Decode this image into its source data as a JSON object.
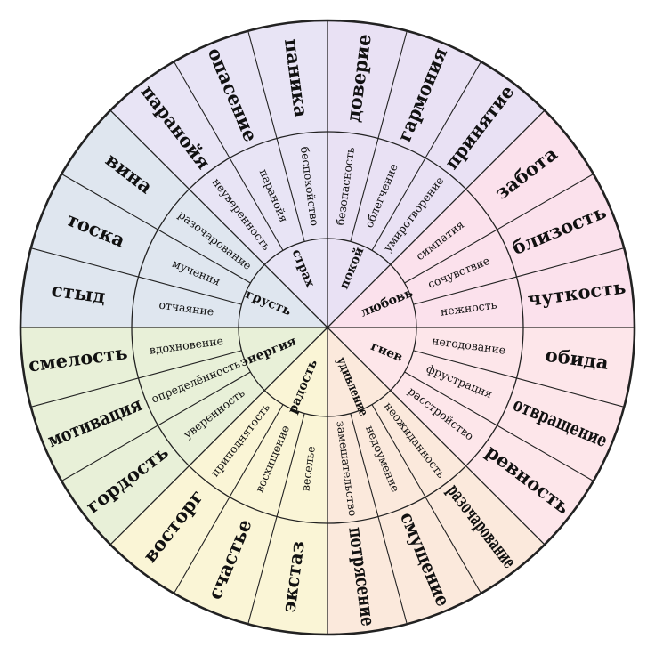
{
  "colors": {
    "fear": "#e8e4f5",
    "peace": "#e9e1f4",
    "love": "#fbe1ec",
    "anger": "#fde6ea",
    "surprise": "#fbe9dc",
    "joy": "#faf5d6",
    "power": "#e8f0d8",
    "sadness": "#dfe6ef",
    "stroke": "#222222"
  },
  "wheel": {
    "sectors": [
      {
        "color": "fear",
        "inner": "страх",
        "middle": [
          "беспокойство",
          "паранойя",
          "неуверенность"
        ],
        "outer": [
          "паника",
          "опасение",
          "паранойя"
        ]
      },
      {
        "color": "sadness",
        "inner": "грусть",
        "middle": [
          "разочарование",
          "мучения",
          "отчаяние"
        ],
        "outer": [
          "вина",
          "тоска",
          "стыд"
        ]
      },
      {
        "color": "power",
        "inner": "энергия",
        "middle": [
          "вдохновение",
          "определённость",
          "уверенность"
        ],
        "outer": [
          "смелость",
          "мотивация",
          "гордость"
        ]
      },
      {
        "color": "joy",
        "inner": "радость",
        "middle": [
          "приподнятость",
          "восхищение",
          "веселье"
        ],
        "outer": [
          "восторг",
          "счастье",
          "экстаз"
        ]
      },
      {
        "color": "surprise",
        "inner": "удивление",
        "middle": [
          "замешательство",
          "недоумение",
          "неожиданность"
        ],
        "outer": [
          "потрясение",
          "смущение",
          "разочарование"
        ]
      },
      {
        "color": "anger",
        "inner": "гнев",
        "middle": [
          "расстройство",
          "фрустрация",
          "негодование"
        ],
        "outer": [
          "ревность",
          "отвращение",
          "обида"
        ]
      },
      {
        "color": "love",
        "inner": "любовь",
        "middle": [
          "нежность",
          "сочувствие",
          "симпатия"
        ],
        "outer": [
          "чуткость",
          "близость",
          "забота"
        ]
      },
      {
        "color": "peace",
        "inner": "покой",
        "middle": [
          "умиротворение",
          "облегчение",
          "безопасность"
        ],
        "outer": [
          "принятие",
          "гармония",
          "доверие"
        ]
      }
    ]
  }
}
